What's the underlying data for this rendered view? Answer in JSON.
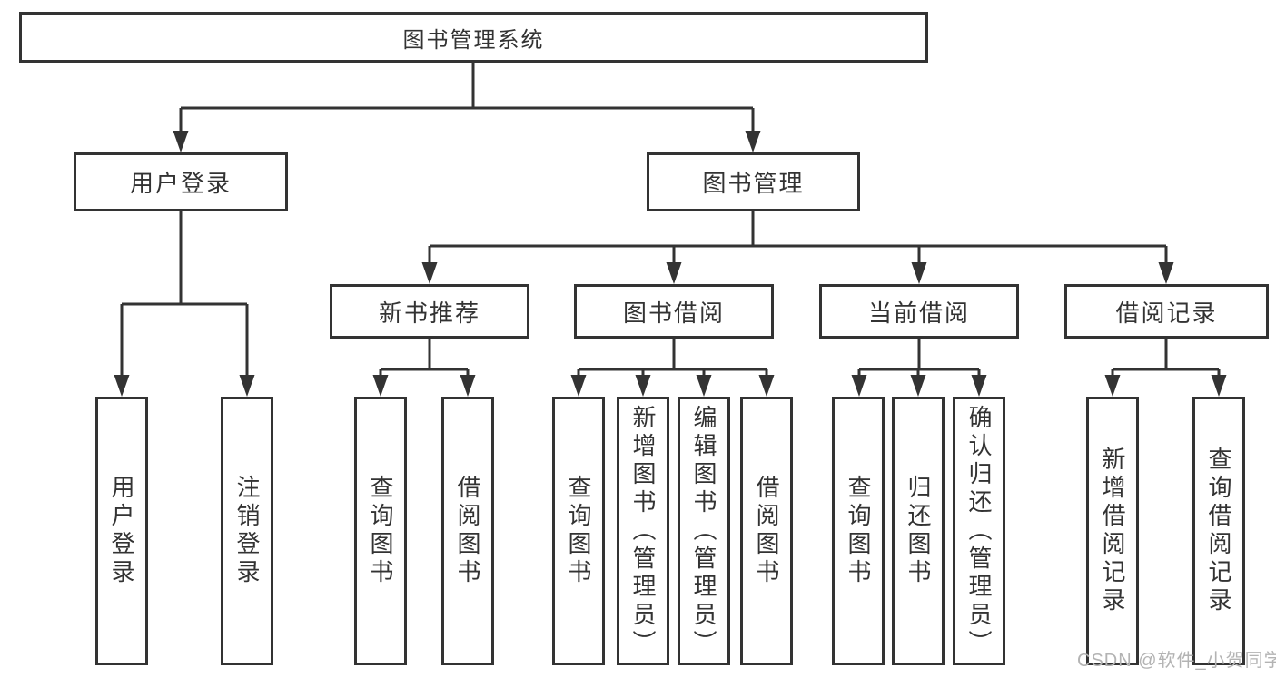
{
  "diagram": {
    "root": {
      "label": "图书管理系统"
    },
    "level2": {
      "login": {
        "label": "用户登录"
      },
      "management": {
        "label": "图书管理"
      }
    },
    "level3": {
      "recommend": {
        "label": "新书推荐"
      },
      "borrowing": {
        "label": "图书借阅"
      },
      "current": {
        "label": "当前借阅"
      },
      "records": {
        "label": "借阅记录"
      }
    },
    "leaves": {
      "login": [
        "用户登录",
        "注销登录"
      ],
      "recommend": [
        "查询图书",
        "借阅图书"
      ],
      "borrowing": [
        "查询图书",
        "新增图书（管理员）",
        "编辑图书（管理员）",
        "借阅图书"
      ],
      "current": [
        "查询图书",
        "归还图书",
        "确认归还（管理员）"
      ],
      "records": [
        "新增借阅记录",
        "查询借阅记录"
      ]
    },
    "watermark": "CSDN @软件_小贺同学",
    "colors": {
      "line": "#333333",
      "text": "#333333",
      "box_background": "#ffffff",
      "watermark": "#b3b3b3",
      "page_background": "#ffffff"
    }
  }
}
